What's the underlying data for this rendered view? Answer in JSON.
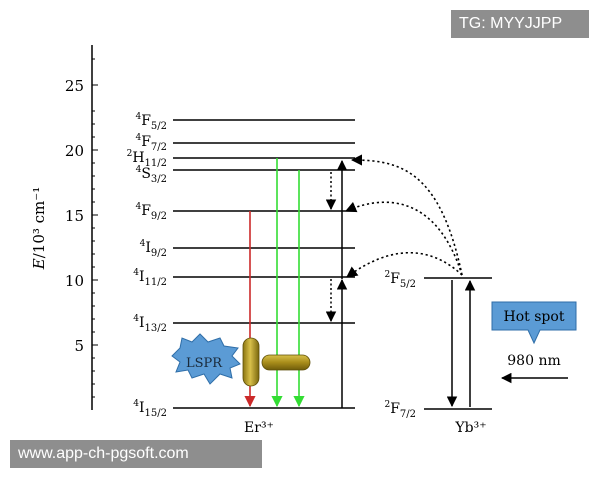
{
  "axis": {
    "label_e": "E",
    "label_unit": "/10³ cm⁻¹",
    "ticks": [
      "5",
      "10",
      "15",
      "20",
      "25"
    ]
  },
  "er_levels": [
    {
      "base": "4",
      "letter": "F",
      "sub": "5/2"
    },
    {
      "base": "4",
      "letter": "F",
      "sub": "7/2"
    },
    {
      "base": "2",
      "letter": "H",
      "sub": "11/2"
    },
    {
      "base": "4",
      "letter": "S",
      "sub": "3/2"
    },
    {
      "base": "4",
      "letter": "F",
      "sub": "9/2"
    },
    {
      "base": "4",
      "letter": "I",
      "sub": "9/2"
    },
    {
      "base": "4",
      "letter": "I",
      "sub": "11/2"
    },
    {
      "base": "4",
      "letter": "I",
      "sub": "13/2"
    },
    {
      "base": "4",
      "letter": "I",
      "sub": "15/2"
    }
  ],
  "yb_levels": [
    {
      "base": "2",
      "letter": "F",
      "sub": "5/2"
    },
    {
      "base": "2",
      "letter": "F",
      "sub": "7/2"
    }
  ],
  "ions": {
    "er": "Er³⁺",
    "yb": "Yb³⁺"
  },
  "lspr_label": "LSPR",
  "hot_spot_label": "Hot spot",
  "excitation_label": "980 nm",
  "colors": {
    "red": "#cc2a2a",
    "green": "#33dd33",
    "gold": "#b59a1e",
    "blue": "#5b9bd5"
  },
  "watermarks": {
    "top": "TG: MYYJJPP",
    "bottom": "www.app-ch-pgsoft.com"
  }
}
